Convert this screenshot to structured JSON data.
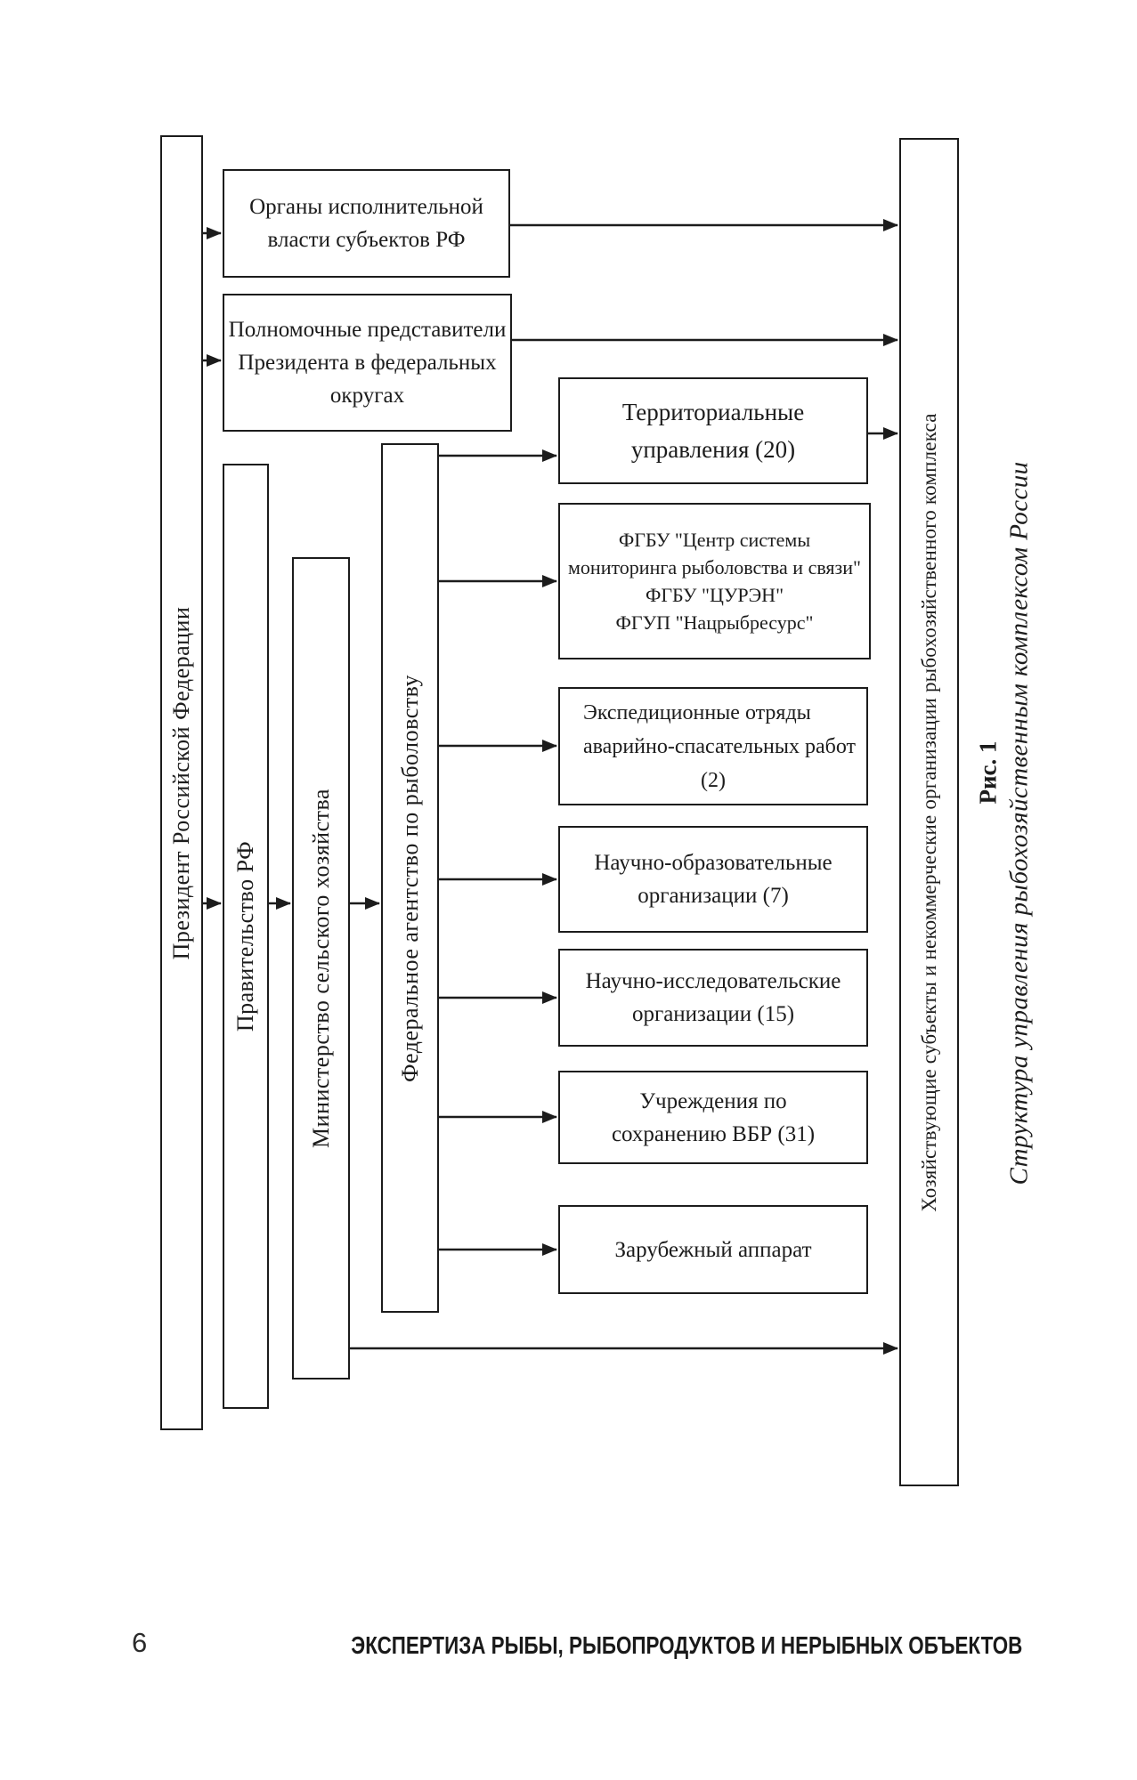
{
  "page": {
    "background_color": "#ffffff",
    "ink_color": "#1c1c1c",
    "footer": {
      "page_number": "6",
      "running_title": "ЭКСПЕРТИЗА РЫБЫ, РЫБОПРОДУКТОВ И НЕРЫБНЫХ ОБЪЕКТОВ"
    }
  },
  "figure": {
    "caption": {
      "label": "Рис. 1",
      "title": "Структура управления рыбохозяйственным комплексом России"
    },
    "chain_nodes": {
      "president": "Президент Российской Федерации",
      "government": "Правительство РФ",
      "ministry": "Министерство сельского хозяйства",
      "agency": "Федеральное агентство по рыболовству",
      "entities": "Хозяйствующие субъекты  и некоммерческие организации рыбохозяйственного комплекса"
    },
    "president_branches": {
      "executive": {
        "lines": [
          "Органы исполнительной",
          "власти субъектов РФ"
        ]
      },
      "plenipotentiary": {
        "lines": [
          "Полномочные представители",
          "Президента в федеральных",
          "округах"
        ]
      }
    },
    "agency_branches": {
      "territorial": {
        "lines": [
          "Территориальные",
          "управления  (20)"
        ]
      },
      "monitoring": {
        "lines": [
          "ФГБУ \"Центр системы",
          "мониторинга рыболовства и связи\"",
          "ФГБУ \"ЦУРЭН\"",
          "ФГУП \"Нацрыбресурс\""
        ]
      },
      "expedition": {
        "lines": [
          "Экспедиционные отряды",
          "аварийно-спасательных работ",
          "(2)"
        ]
      },
      "education": {
        "lines": [
          "Научно-образовательные",
          "организации  (7)"
        ]
      },
      "research": {
        "lines": [
          "Научно-исследовательские",
          "организации (15)"
        ]
      },
      "conservation": {
        "lines": [
          "Учреждения по",
          "сохранению ВБР (31)"
        ]
      },
      "foreign": {
        "lines": [
          "Зарубежный аппарат"
        ]
      }
    }
  }
}
